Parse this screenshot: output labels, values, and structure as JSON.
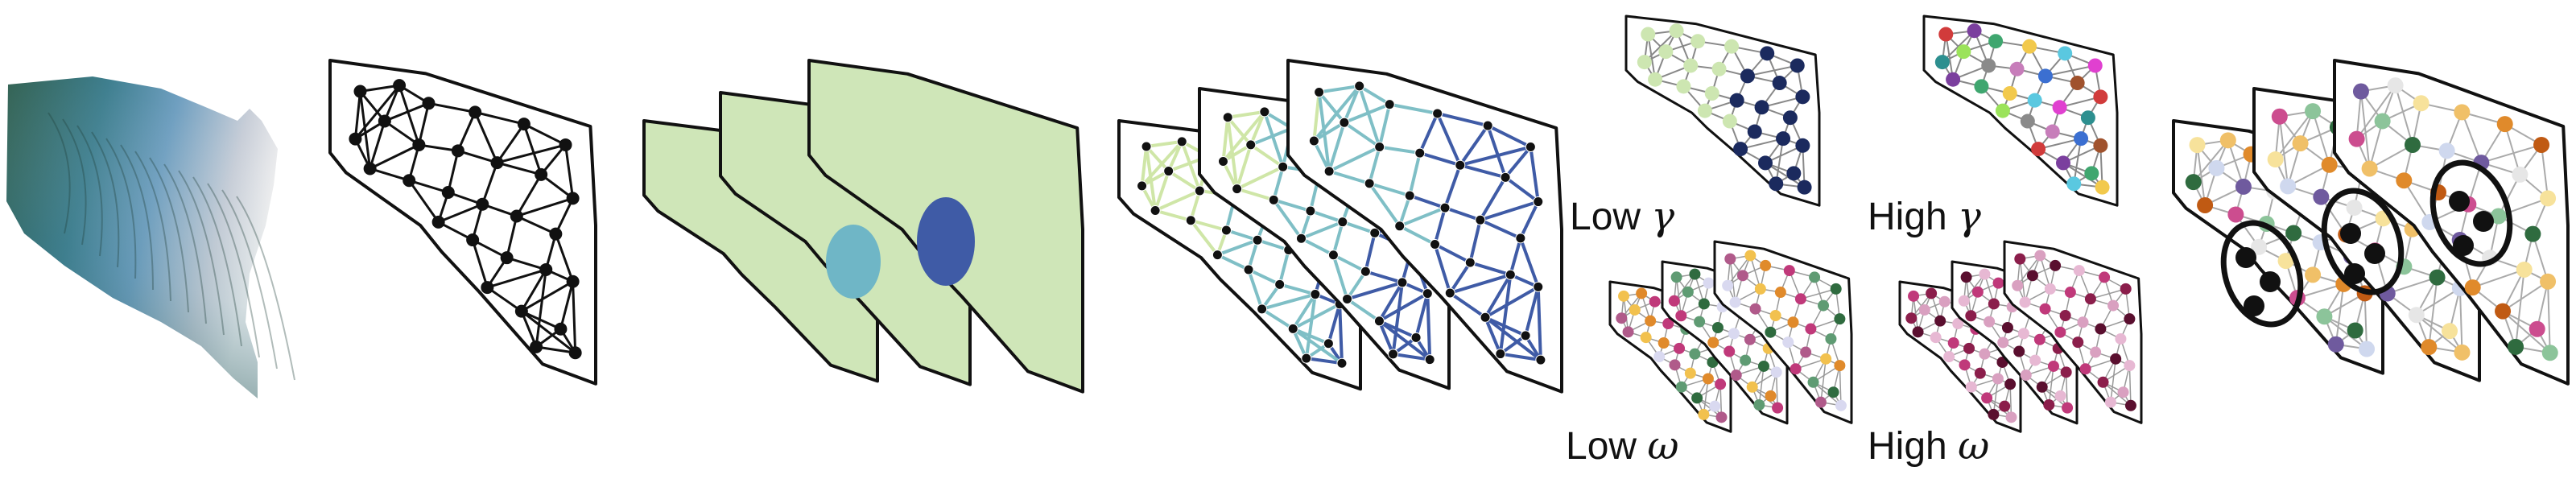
{
  "labels": {
    "low_gamma": {
      "text": "Low",
      "symbol": "γ"
    },
    "high_gamma": {
      "text": "High",
      "symbol": "γ"
    },
    "low_omega": {
      "text": "Low",
      "symbol": "ω"
    },
    "high_omega": {
      "text": "High",
      "symbol": "ω"
    }
  },
  "colors": {
    "outline": "#111111",
    "plain_node": "#111111",
    "region_fill": "#cfe6b8",
    "region_blob_light": "#6fb6c6",
    "region_blob_dark": "#3f5ba6",
    "edge_pale": "#cfe6a7",
    "edge_mid": "#7fbfc6",
    "edge_deep": "#3f5ba6",
    "node_navy": "#1b2a5e",
    "node_pale_green": "#cde6b1",
    "high_gamma_nodes": [
      "#d13b3b",
      "#7b3f9e",
      "#3fa66f",
      "#f2c94c",
      "#5ac8e0",
      "#e040d0",
      "#2d8f8f",
      "#9be35a",
      "#8a8a8a",
      "#c77dba",
      "#3b6fd1",
      "#a0522d"
    ],
    "low_omega_nodes": [
      "#f2c14e",
      "#e08a2b",
      "#c0397a",
      "#5f9b73",
      "#2f6b3f",
      "#d9d9f0",
      "#b05a8a"
    ],
    "high_omega_nodes": [
      "#c0397a",
      "#8b1e4b",
      "#d9a0c0",
      "#5a0f2f",
      "#e7b8d3"
    ],
    "final_nodes": [
      "#f7e29b",
      "#f0c068",
      "#e08a2b",
      "#c05a13",
      "#cc4d8f",
      "#8cc49a",
      "#2f6b3f",
      "#cfd8ee",
      "#6f5a9e",
      "#e6e6e6"
    ],
    "terrain": [
      "#2f5f4f",
      "#3f7f8f",
      "#6f9fc0",
      "#bcc6d0",
      "#e8e8ec"
    ]
  }
}
